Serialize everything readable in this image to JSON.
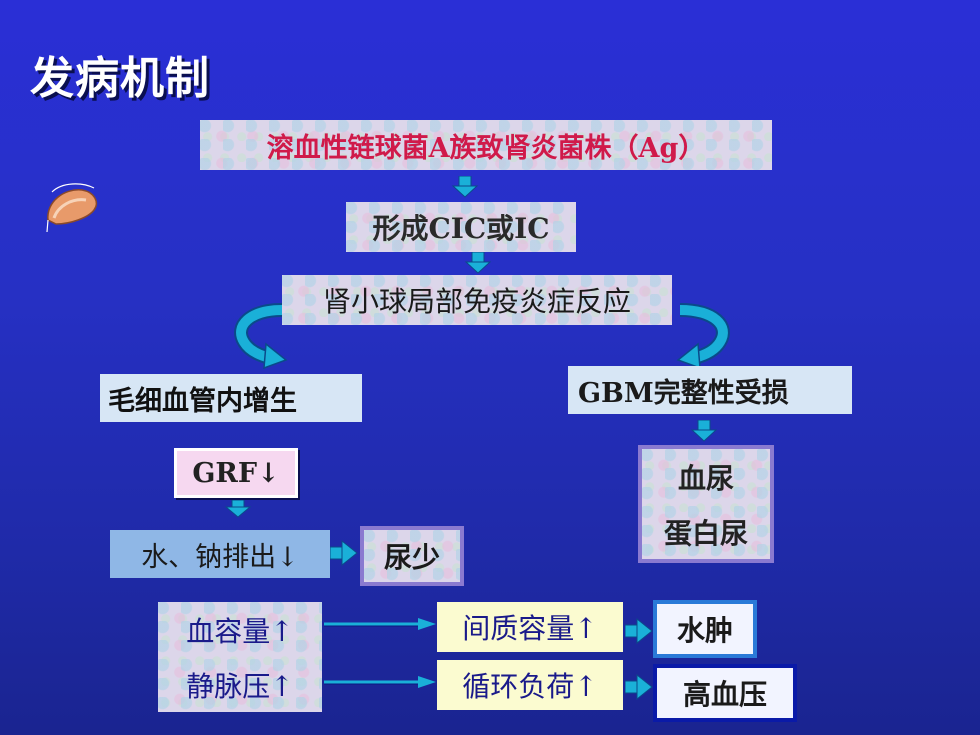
{
  "slide": {
    "title": "发病机制"
  },
  "nodes": {
    "pathogen": "溶血性链球菌A族致肾炎菌株（Ag）",
    "cic": "形成CIC或IC",
    "immune": "肾小球局部免疫炎症反应",
    "capillary": "毛细血管内增生",
    "gbm": "GBM完整性受损",
    "grf": "GRF↓",
    "water_sodium": "水、钠排出↓",
    "oliguria": "尿少",
    "hematuria": "血尿",
    "proteinuria": "蛋白尿",
    "blood_volume": "血容量↑",
    "venous_pressure": "静脉压↑",
    "interstitial": "间质容量↑",
    "circulation": "循环负荷↑",
    "edema": "水肿",
    "hypertension": "高血压"
  },
  "colors": {
    "background": "#2630c4",
    "arrow": "#1ab0d8",
    "title_text": "#ffffff",
    "accent_red": "#d01a4a"
  },
  "icons": {
    "decoration": "hand-drawn-cap-icon"
  }
}
